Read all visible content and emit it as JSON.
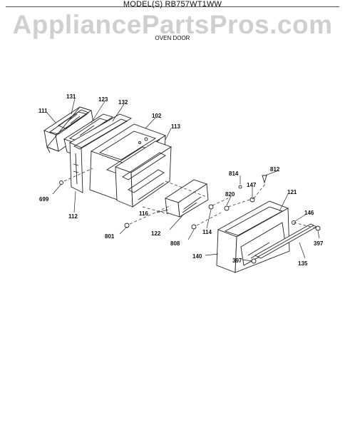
{
  "header": {
    "model_title": "MODEL(S) RB757WT1WW",
    "watermark": "AppliancePartsPros.com",
    "subtitle": "OVEN DOOR"
  },
  "part_labels": {
    "p131": "131",
    "p123": "123",
    "p132": "132",
    "p111": "111",
    "p102": "102",
    "p113": "113",
    "p699": "699",
    "p112": "112",
    "p814": "814",
    "p812": "812",
    "p147": "147",
    "p820": "820",
    "p121": "121",
    "p146": "146",
    "p116": "116",
    "p114": "114",
    "p801": "801",
    "p122": "122",
    "p808": "808",
    "p397a": "397",
    "p140": "140",
    "p397b": "397",
    "p135": "135"
  }
}
